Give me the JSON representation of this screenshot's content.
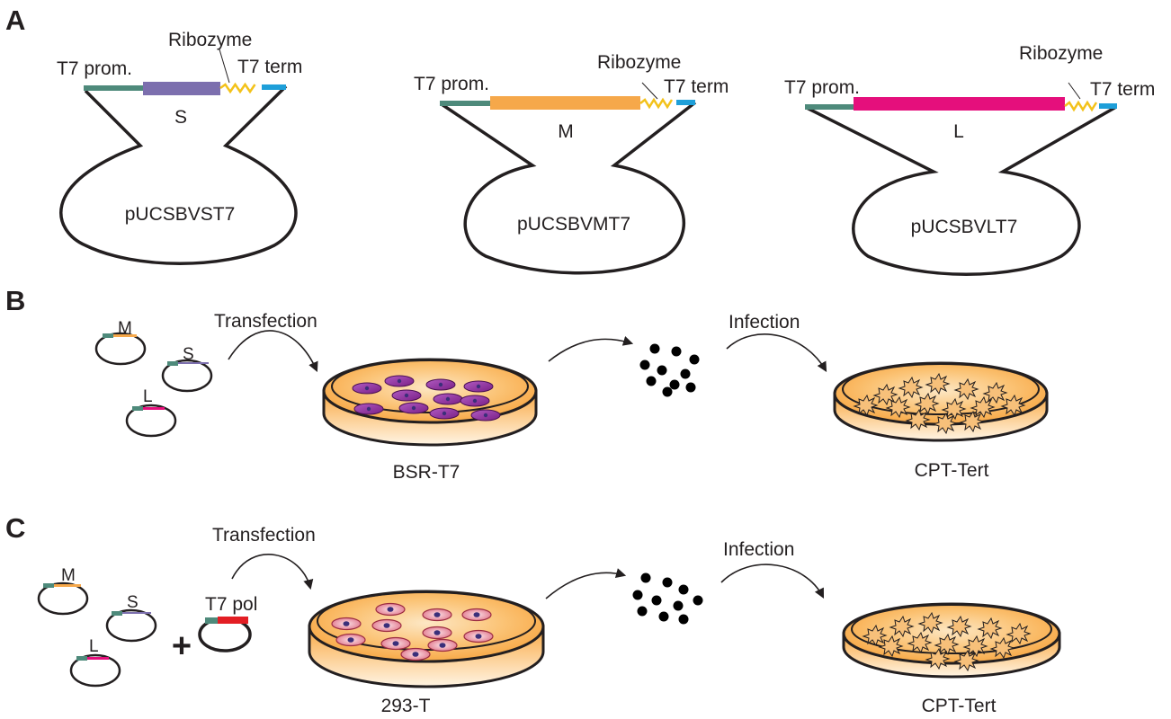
{
  "colors": {
    "promoter": "#4e8a7b",
    "terminator": "#1e9fd9",
    "ribozyme": "#f3c21a",
    "segment_s": "#7c6fae",
    "segment_m": "#f6a84a",
    "segment_l": "#e50f7c",
    "t7pol": "#e31e24",
    "dish_fill": "#f9b25a",
    "cell_purple": "#8e2f9a",
    "cell_pink": "#e78a9b",
    "nucleus": "#3a2f7a",
    "virion": "#000000",
    "outline": "#231f20"
  },
  "panels": {
    "a": {
      "letter": "A",
      "constructs": [
        {
          "segment": "S",
          "plasmid": "pUCSBVST7",
          "promoter": "T7 prom.",
          "ribozyme": "Ribozyme",
          "terminator": "T7 term"
        },
        {
          "segment": "M",
          "plasmid": "pUCSBVMT7",
          "promoter": "T7 prom.",
          "ribozyme": "Ribozyme",
          "terminator": "T7 term"
        },
        {
          "segment": "L",
          "plasmid": "pUCSBVLT7",
          "promoter": "T7 prom.",
          "ribozyme": "Ribozyme",
          "terminator": "T7 term"
        }
      ]
    },
    "b": {
      "letter": "B",
      "plasmids": [
        "M",
        "S",
        "L"
      ],
      "transfection": "Transfection",
      "producer_cells": "BSR-T7",
      "infection": "Infection",
      "target_cells": "CPT-Tert"
    },
    "c": {
      "letter": "C",
      "plasmids": [
        "M",
        "S",
        "L"
      ],
      "plus": "+",
      "helper_plasmid": "T7 pol",
      "transfection": "Transfection",
      "producer_cells": "293-T",
      "infection": "Infection",
      "target_cells": "CPT-Tert"
    }
  }
}
